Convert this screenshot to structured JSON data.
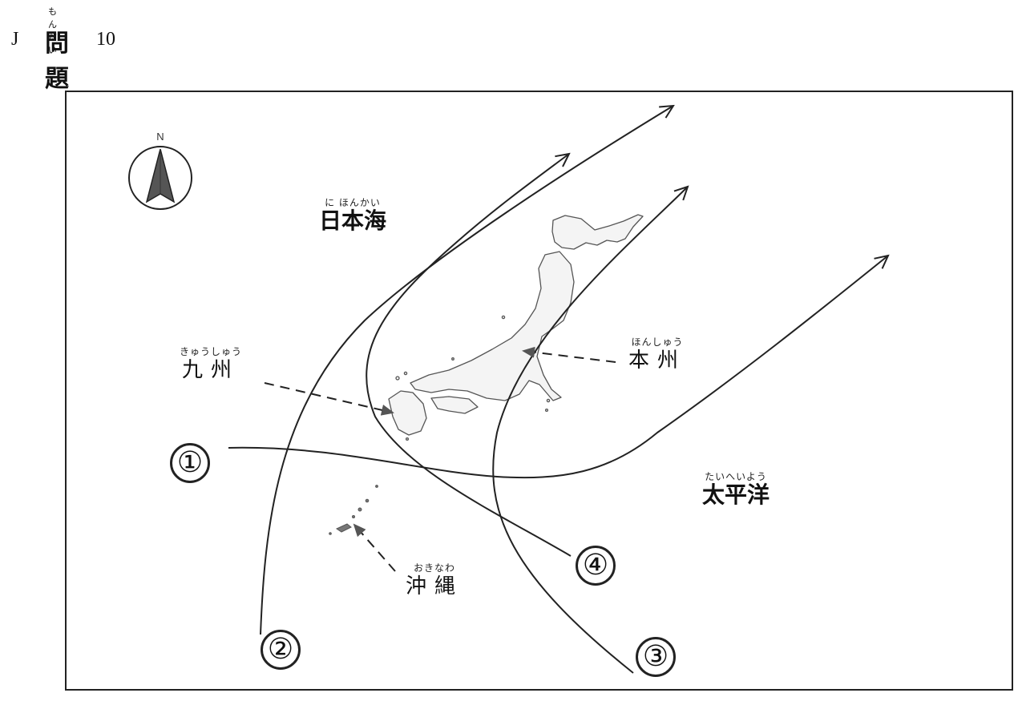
{
  "header": {
    "letter": "J",
    "title_ruby": "もんだい",
    "title": "問題",
    "number": "10"
  },
  "compass": {
    "label": "N",
    "icon": "compass-north-icon"
  },
  "labels": {
    "sea_of_japan": {
      "ruby": "に ほんかい",
      "text": "日本海"
    },
    "pacific": {
      "ruby": "たいへいよう",
      "text": "太平洋"
    },
    "kyushu": {
      "ruby": "きゅうしゅう",
      "text": "九州"
    },
    "honshu": {
      "ruby": "ほんしゅう",
      "text": "本州"
    },
    "okinawa": {
      "ruby": "おきなわ",
      "text": "沖縄"
    }
  },
  "routes": [
    {
      "id": "1",
      "label": "①"
    },
    {
      "id": "2",
      "label": "②"
    },
    {
      "id": "3",
      "label": "③"
    },
    {
      "id": "4",
      "label": "④"
    }
  ],
  "colors": {
    "line": "#222222",
    "land": "#555555",
    "arrow_fill": "#555555"
  }
}
